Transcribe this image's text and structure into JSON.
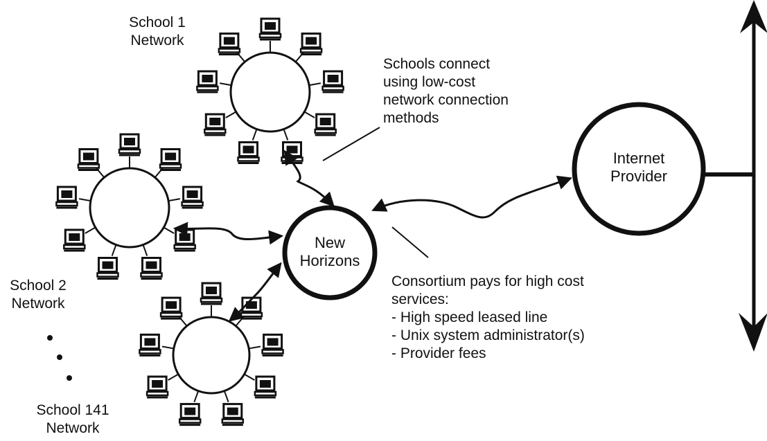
{
  "networks": [
    {
      "id": "school1",
      "label_line1": "School 1",
      "label_line2": "Network",
      "computers": 9
    },
    {
      "id": "school2",
      "label_line1": "School 2",
      "label_line2": "Network",
      "computers": 9
    },
    {
      "id": "school141",
      "label_line1": "School 141",
      "label_line2": "Network",
      "computers": 9
    }
  ],
  "hub": {
    "label_line1": "New",
    "label_line2": "Horizons"
  },
  "provider": {
    "label_line1": "Internet",
    "label_line2": "Provider"
  },
  "annotations": {
    "schools_connect": [
      "Schools connect",
      "using low-cost",
      "network connection",
      "methods"
    ],
    "consortium_title": [
      "Consortium pays for high cost",
      "services:"
    ],
    "consortium_items": [
      "- High speed leased line",
      "- Unix system administrator(s)",
      "- Provider fees"
    ]
  },
  "ellipsis_dots": 3
}
